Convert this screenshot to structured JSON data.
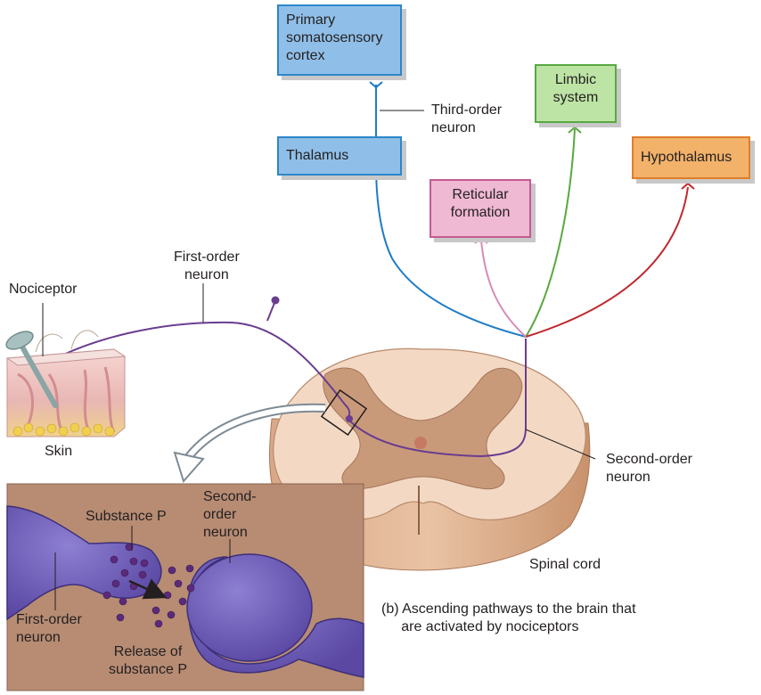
{
  "boxes": {
    "primary_cortex": "Primary\nsomatosensory\ncortex",
    "thalamus": "Thalamus",
    "limbic": "Limbic\nsystem",
    "hypothalamus": "Hypothalamus",
    "reticular": "Reticular\nformation"
  },
  "labels": {
    "third_order": "Third-order\nneuron",
    "first_order": "First-order\nneuron",
    "nociceptor": "Nociceptor",
    "skin": "Skin",
    "second_order": "Second-order\nneuron",
    "spinal_cord": "Spinal cord"
  },
  "inset": {
    "substance_p": "Substance P",
    "second_order": "Second-\norder\nneuron",
    "first_order": "First-order\nneuron",
    "release": "Release of\nsubstance P"
  },
  "caption": "(b) Ascending pathways to the brain that\n     are activated by nociceptors",
  "colors": {
    "blue_pathway": "#1f7cc7",
    "green_pathway": "#5aa840",
    "red_pathway": "#c0282e",
    "pink_pathway": "#d88ab8",
    "purple_neuron": "#6a3d8f",
    "cord_white_matter": "#f3d9c3",
    "cord_gray_matter": "#c99a7a",
    "inset_background": "#b78c73",
    "inset_neuron": "#6f5bb5"
  }
}
